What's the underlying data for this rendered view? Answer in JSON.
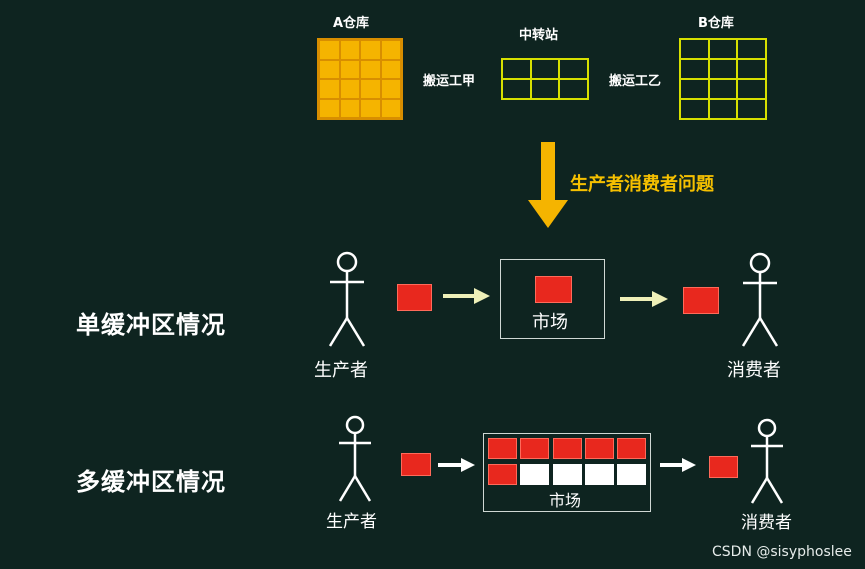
{
  "top": {
    "warehouse_a": "A仓库",
    "transfer_station": "中转站",
    "warehouse_b": "B仓库",
    "worker_a": "搬运工甲",
    "worker_b": "搬运工乙",
    "problem_label": "生产者消费者问题"
  },
  "single_buffer": {
    "title": "单缓冲区情况",
    "producer": "生产者",
    "market": "市场",
    "consumer": "消费者"
  },
  "multi_buffer": {
    "title": "多缓冲区情况",
    "producer": "生产者",
    "market": "市场",
    "consumer": "消费者"
  },
  "watermark": "CSDN @sisyphoslee",
  "colors": {
    "background": "#0e2420",
    "warehouse_a_fill": "#f5b400",
    "grid_line": "#d7e000",
    "item_red": "#e8281e",
    "arrow_yellow": "#f5c000",
    "arrow_pale": "#eef0b8"
  }
}
